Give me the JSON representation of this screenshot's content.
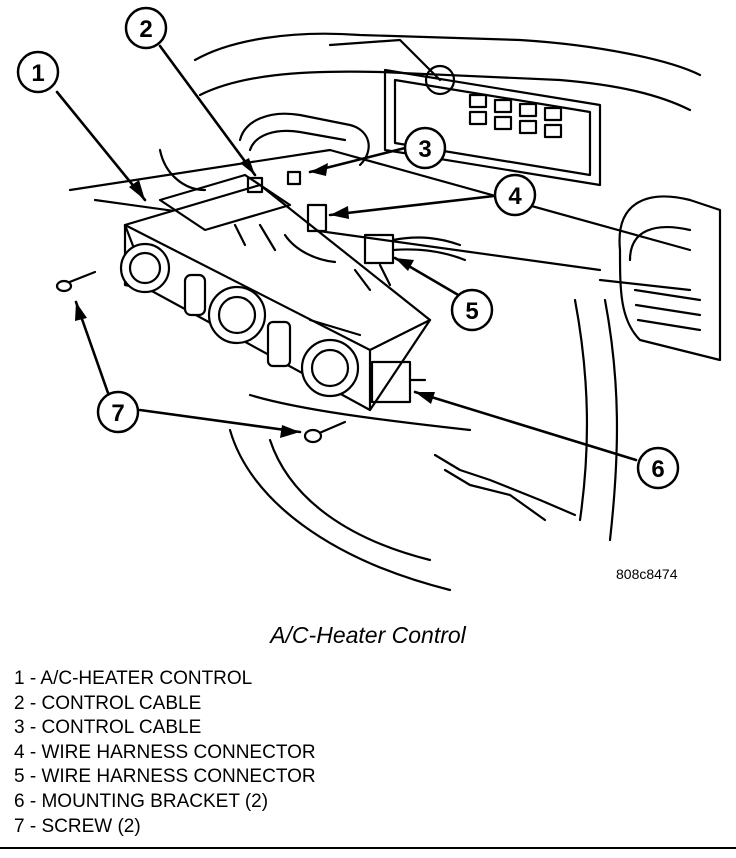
{
  "figure": {
    "code": "808c8474",
    "callouts": [
      {
        "num": "1"
      },
      {
        "num": "2"
      },
      {
        "num": "3"
      },
      {
        "num": "4"
      },
      {
        "num": "5"
      },
      {
        "num": "6"
      },
      {
        "num": "7"
      }
    ]
  },
  "caption": "A/C-Heater Control",
  "legend": [
    {
      "num": "1",
      "label": "A/C-HEATER CONTROL"
    },
    {
      "num": "2",
      "label": "CONTROL CABLE"
    },
    {
      "num": "3",
      "label": "CONTROL CABLE"
    },
    {
      "num": "4",
      "label": "WIRE HARNESS CONNECTOR"
    },
    {
      "num": "5",
      "label": "WIRE HARNESS CONNECTOR"
    },
    {
      "num": "6",
      "label": "MOUNTING BRACKET (2)"
    },
    {
      "num": "7",
      "label": "SCREW (2)"
    }
  ]
}
